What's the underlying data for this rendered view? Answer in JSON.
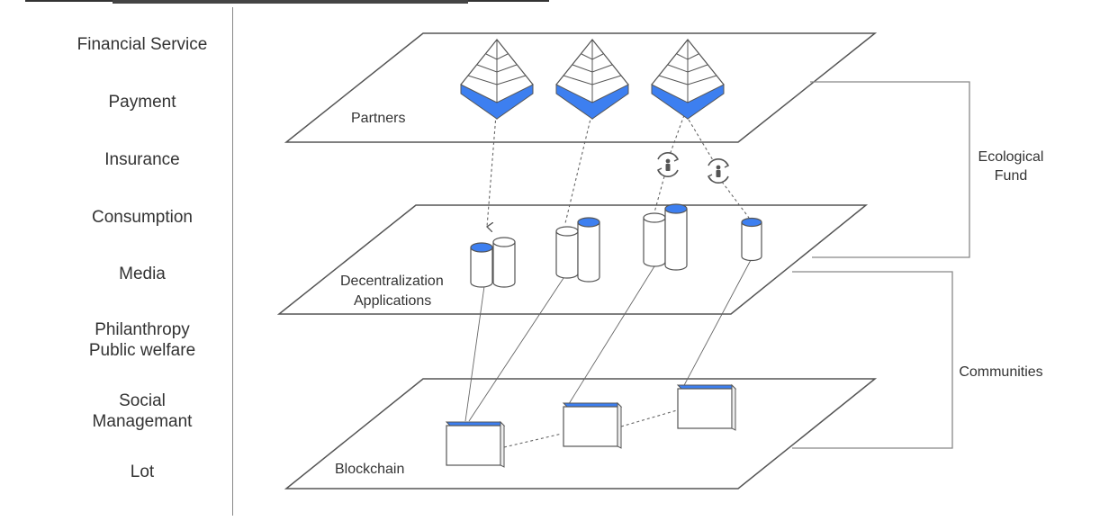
{
  "side_categories": [
    {
      "lines": [
        "Financial Service"
      ]
    },
    {
      "lines": [
        "Payment"
      ]
    },
    {
      "lines": [
        "Insurance"
      ]
    },
    {
      "lines": [
        "Consumption"
      ]
    },
    {
      "lines": [
        "Media"
      ]
    },
    {
      "lines": [
        "Philanthropy",
        "Public welfare"
      ]
    },
    {
      "lines": [
        "Social",
        "Managemant"
      ]
    },
    {
      "lines": [
        "Lot"
      ]
    }
  ],
  "layers": {
    "partners": "Partners",
    "dapps": [
      "Decentralization",
      "Applications"
    ],
    "blockchain": "Blockchain"
  },
  "brackets": {
    "ecological_fund": [
      "Ecological",
      "Fund"
    ],
    "communities": "Communities"
  },
  "colors": {
    "accent": "#3d7ff0",
    "line": "#555555"
  }
}
